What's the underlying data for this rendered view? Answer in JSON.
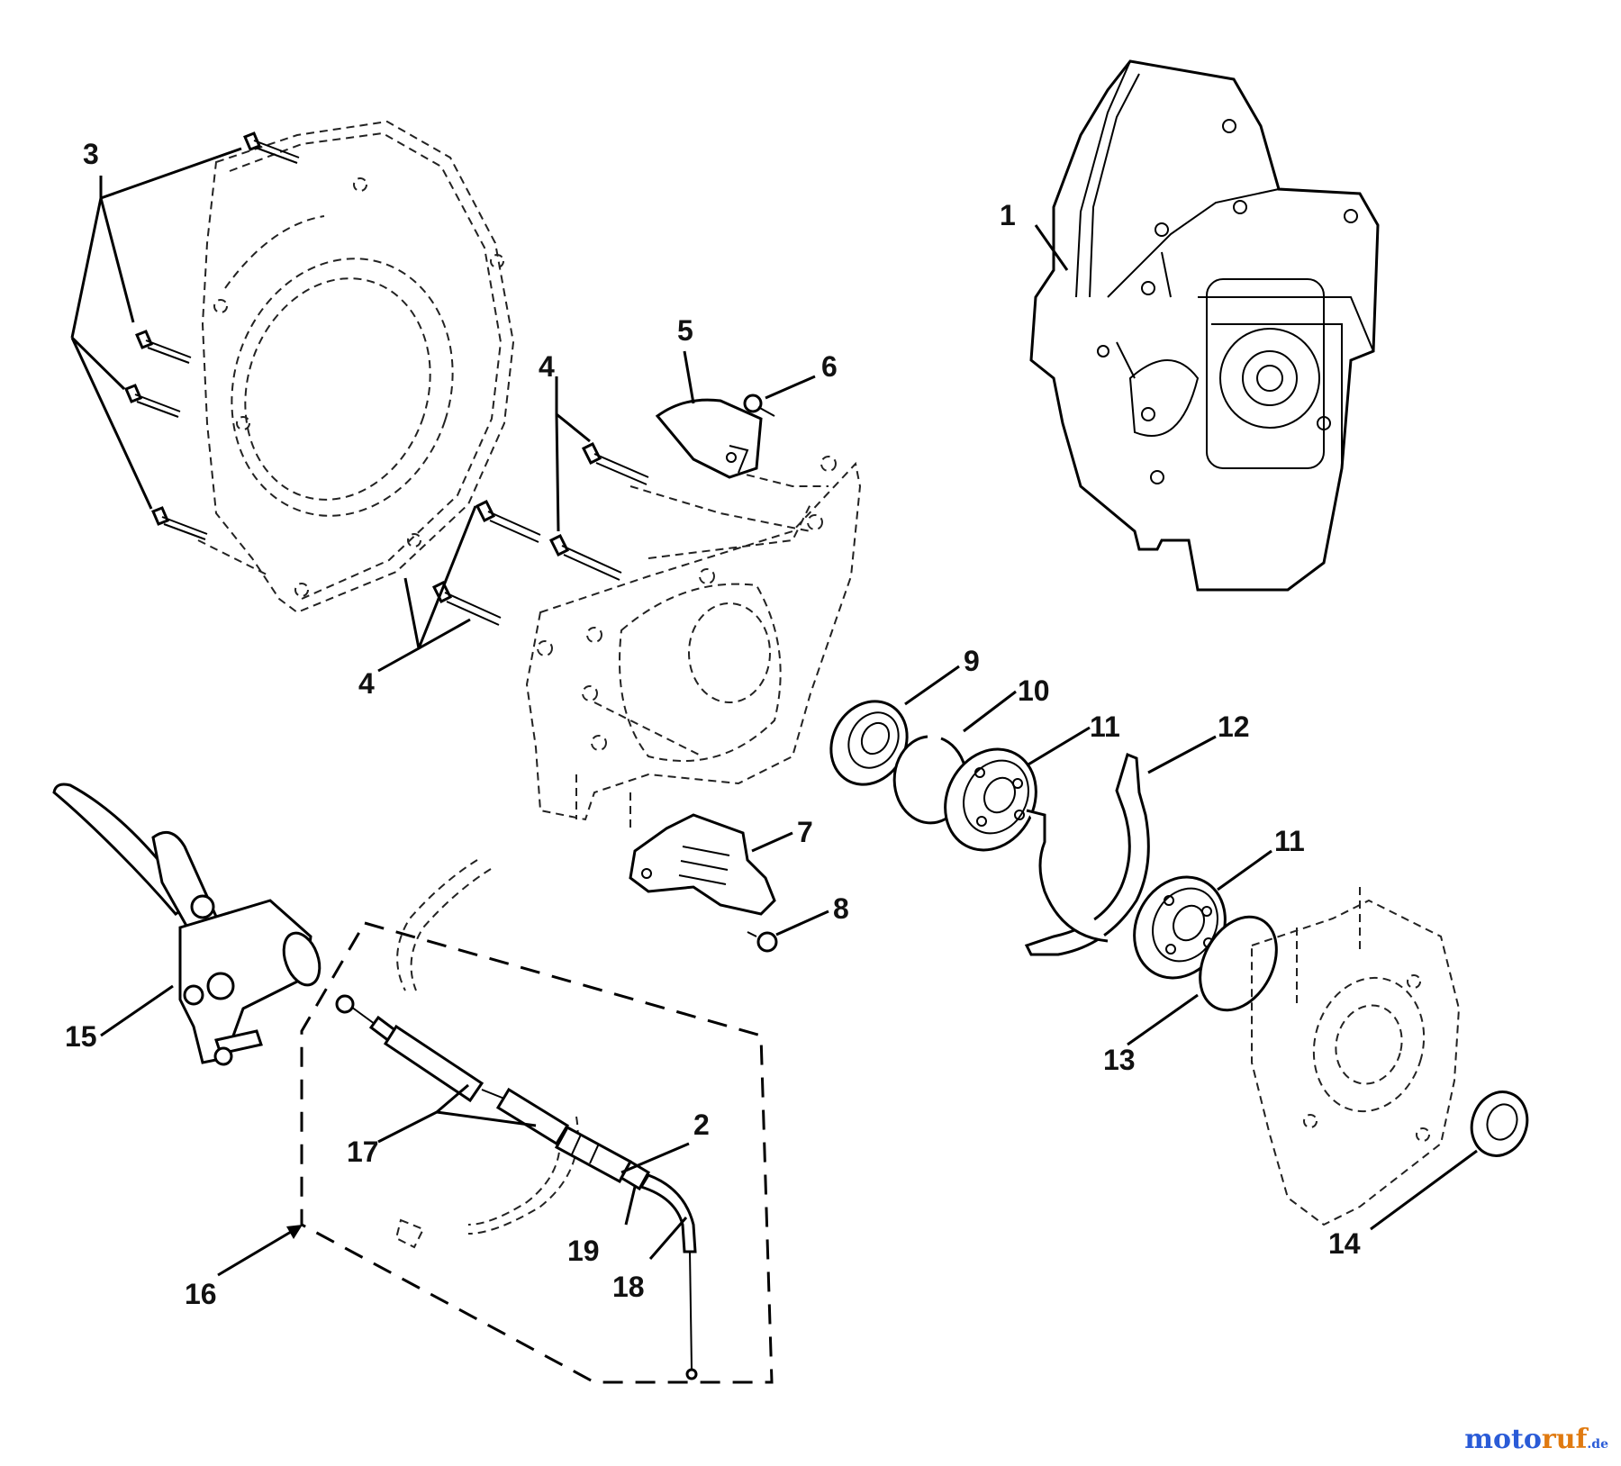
{
  "callouts": {
    "c1": "1",
    "c2": "2",
    "c3": "3",
    "c4a": "4",
    "c4b": "4",
    "c5": "5",
    "c6": "6",
    "c7": "7",
    "c8": "8",
    "c9": "9",
    "c10": "10",
    "c11a": "11",
    "c11b": "11",
    "c12": "12",
    "c13": "13",
    "c14": "14",
    "c15": "15",
    "c16": "16",
    "c17": "17",
    "c18": "18",
    "c19": "19"
  },
  "watermark": {
    "part1": "moto",
    "part2": "ruf",
    "part3": ".de"
  }
}
